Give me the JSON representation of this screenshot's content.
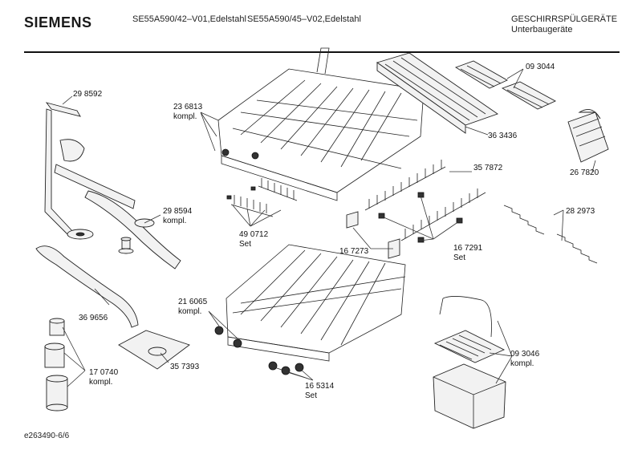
{
  "header": {
    "brand": "SIEMENS",
    "model_1": "SE55A590/42–V01,Edelstahl",
    "model_2": "SE55A590/45–V02,Edelstahl",
    "category": "GESCHIRRSPÜLGERÄTE",
    "subcategory": "Unterbaugeräte"
  },
  "parts": {
    "p298592": "29 8592",
    "p236813": "23 6813",
    "p236813_note": "kompl.",
    "p093044": "09 3044",
    "p363436": "36 3436",
    "p267820": "26 7820",
    "p357872": "35 7872",
    "p298594": "29 8594",
    "p298594_note": "kompl.",
    "p490712": "49 0712",
    "p490712_note": "Set",
    "p282973": "28 2973",
    "p167273": "16 7273",
    "p167291": "16 7291",
    "p167291_note": "Set",
    "p369656": "36 9656",
    "p216065": "21 6065",
    "p216065_note": "kompl.",
    "p357393": "35 7393",
    "p093046": "09 3046",
    "p093046_note": "kompl.",
    "p170740": "17 0740",
    "p170740_note": "kompl.",
    "p165314": "16 5314",
    "p165314_note": "Set"
  },
  "footer": {
    "drawing_id": "e263490-6/6"
  }
}
